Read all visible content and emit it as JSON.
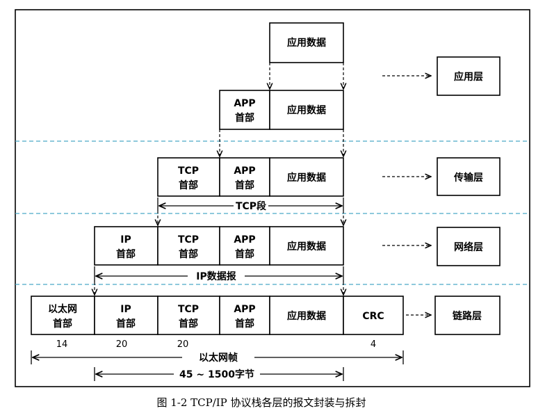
{
  "labels": {
    "app_data": "应用数据",
    "app_header_1": "APP",
    "app_header_2": "首部",
    "tcp_header_1": "TCP",
    "tcp_header_2": "首部",
    "ip_header_1": "IP",
    "ip_header_2": "首部",
    "eth_header_1": "以太网",
    "eth_header_2": "首部",
    "crc": "CRC"
  },
  "layers": {
    "application": "应用层",
    "transport": "传输层",
    "network": "网络层",
    "link": "链路层"
  },
  "spans": {
    "tcp_segment": "TCP段",
    "ip_datagram": "IP数据报",
    "ethernet_frame": "以太网帧",
    "frame_size": "45 ~ 1500字节"
  },
  "sizes": {
    "eth_header": "14",
    "ip_header": "20",
    "tcp_header": "20",
    "crc": "4"
  },
  "caption": "图 1-2 TCP/IP 协议栈各层的报文封装与拆封",
  "colors": {
    "separator": "#4ba9c8",
    "stroke": "#000000"
  }
}
